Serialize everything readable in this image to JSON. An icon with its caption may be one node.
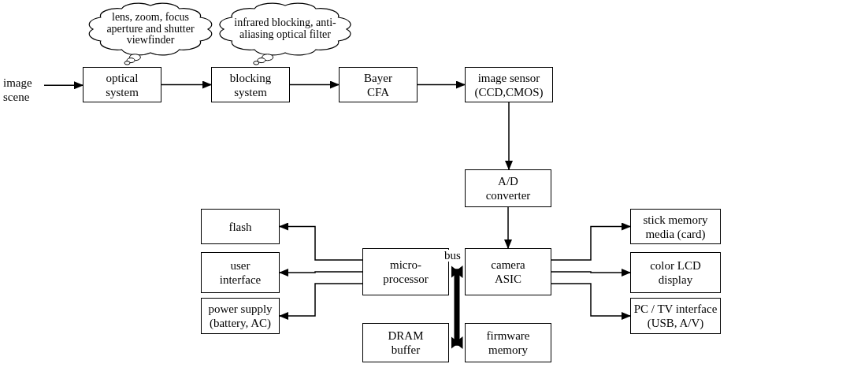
{
  "diagram": {
    "nodes": [
      {
        "text": [
          "lens, zoom, focus aperture and shutter viewfinder"
        ]
      },
      {
        "text": [
          "infrared blocking, anti-aliasing optical filter"
        ]
      },
      {
        "text": [
          "image scene"
        ]
      },
      {
        "text": [
          "optical system"
        ]
      },
      {
        "text": [
          "blocking system"
        ]
      },
      {
        "text": [
          "Bayer CFA"
        ]
      },
      {
        "text": [
          "image sensor (CCD,CMOS)"
        ]
      },
      {
        "text": [
          "A/D converter"
        ]
      },
      {
        "text": [
          "flash"
        ]
      },
      {
        "text": [
          "stick memory media (card)"
        ]
      },
      {
        "text": [
          "user interface"
        ]
      },
      {
        "text": [
          "micro- processor"
        ]
      },
      {
        "text": [
          "camera ASIC"
        ]
      },
      {
        "text": [
          "color LCD display"
        ]
      },
      {
        "text": [
          "power supply (battery, AC)"
        ]
      },
      {
        "text": [
          "PC / TV interface (USB, A/V)"
        ]
      },
      {
        "text": [
          "DRAM buffer"
        ]
      },
      {
        "text": [
          "firmware memory"
        ]
      }
    ],
    "edges": [
      {
        "from": 2,
        "to": 3,
        "arrow": "to"
      },
      {
        "from": 3,
        "to": 4,
        "arrow": "to"
      },
      {
        "from": 4,
        "to": 5,
        "arrow": "to"
      },
      {
        "from": 5,
        "to": 6,
        "arrow": "to"
      },
      {
        "from": 6,
        "to": 7,
        "arrow": "to"
      },
      {
        "from": 7,
        "to": 12,
        "arrow": "to"
      },
      {
        "from": 11,
        "to": 8,
        "arrow": "to"
      },
      {
        "from": 11,
        "to": 10,
        "arrow": "to"
      },
      {
        "from": 11,
        "to": 14,
        "arrow": "to"
      },
      {
        "from": 12,
        "to": 9,
        "arrow": "to"
      },
      {
        "from": 12,
        "to": 13,
        "arrow": "to"
      },
      {
        "from": 12,
        "to": 15,
        "arrow": "to"
      },
      {
        "from": 11,
        "to": 12,
        "arrow": "both",
        "style": "thick",
        "label": "bus"
      },
      {
        "from": 16,
        "to": 17,
        "arrow": "both",
        "style": "thick"
      }
    ]
  }
}
